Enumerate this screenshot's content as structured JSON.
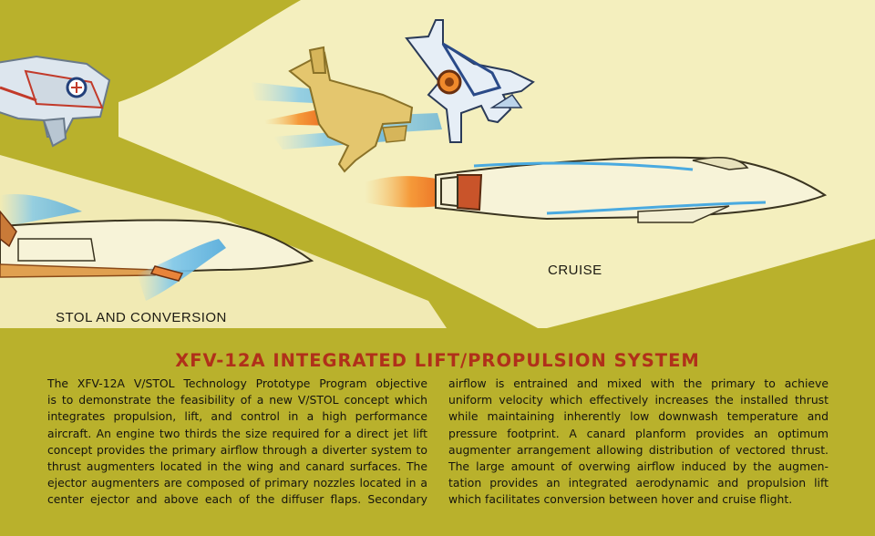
{
  "labels": {
    "cruise": "CRUISE",
    "stol": "STOL AND CONVERSION"
  },
  "title": "XFV-12A INTEGRATED LIFT/PROPULSION SYSTEM",
  "body": {
    "left_lines": [
      "The XFV-12A V/STOL Technology Prototype Program objective",
      "is to demonstrate the feasibility of a new V/STOL concept which",
      "integrates propulsion, lift, and control in a high performance",
      "aircraft. An engine two thirds the size required for a direct jet lift",
      "concept provides the primary airflow through a diverter system to",
      "thrust augmenters located in the wing and canard surfaces. The",
      "ejector augmenters are composed of primary nozzles located in a",
      "center ejector and above each of the diffuser flaps. Secondary"
    ],
    "right_lines": [
      "airflow is entrained and mixed with the primary to achieve",
      "uniform velocity which effectively increases the installed thrust",
      "while maintaining inherently low downwash temperature and",
      "pressure footprint. A canard planform provides an optimum",
      "augmenter arrangement allowing distribution of vectored thrust.",
      "The large amount of overwing airflow induced by the augmen-",
      "tation provides an integrated aerodynamic and propulsion lift",
      "which facilitates conversion between hover and cruise flight."
    ]
  },
  "colors": {
    "olive": "#b9b12c",
    "cream": "#f4efbe",
    "title_red": "#b0301a",
    "airflow_blue": "#7ec7ea",
    "exhaust_orange": "#f08a2c"
  }
}
